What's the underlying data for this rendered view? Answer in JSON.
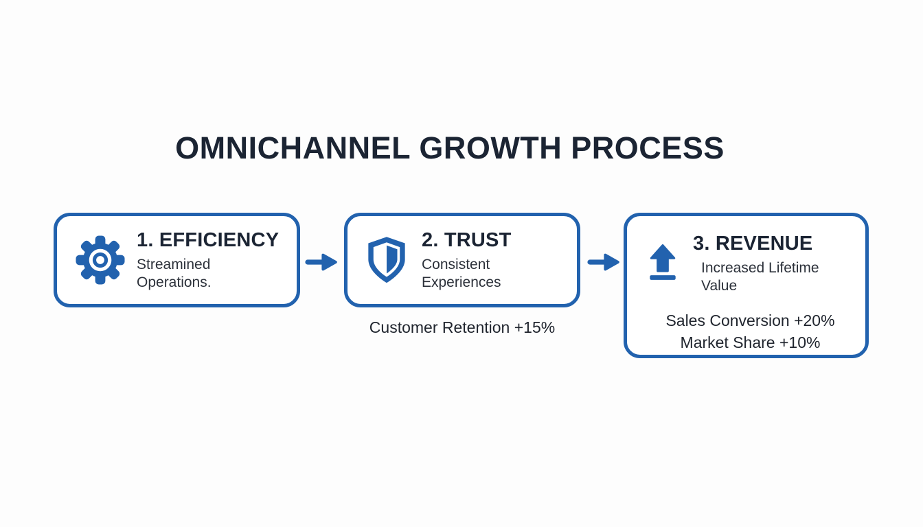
{
  "page": {
    "background": "#fdfdfd",
    "accent_blue": "#2262ae",
    "navy": "#1b2433",
    "body_text": "#2c313a"
  },
  "title": "OMNICHANNEL GROWTH PROCESS",
  "steps": [
    {
      "icon": "gear-icon",
      "heading": "1. EFFICIENCY",
      "subtext": "Streamined Operations."
    },
    {
      "icon": "shield-icon",
      "heading": "2. TRUST",
      "subtext": "Consistent Experiences",
      "caption_below": "Customer Retention +15%"
    },
    {
      "icon": "arrow-up-icon",
      "heading": "3. REVENUE",
      "subtext": "Increased Lifetime Value",
      "stats": [
        "Sales Conversion +20%",
        "Market Share +10%"
      ]
    }
  ],
  "connectors": [
    "arrow-right",
    "arrow-right"
  ]
}
